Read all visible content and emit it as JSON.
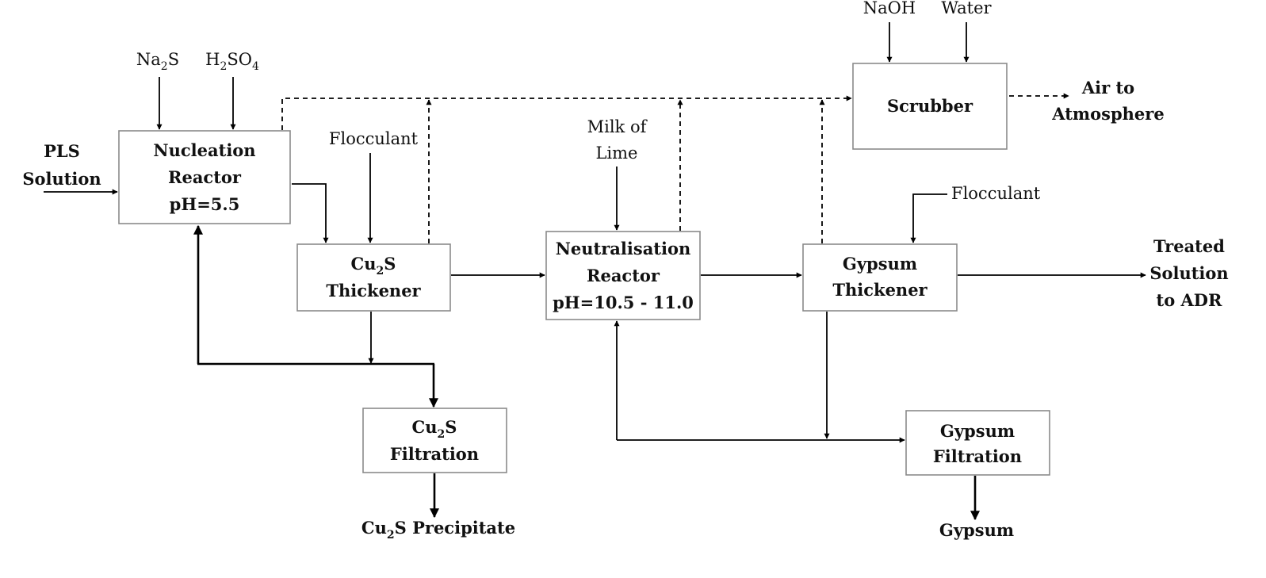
{
  "units": {
    "nucleation": {
      "line1": "Nucleation",
      "line2": "Reactor",
      "line3": "pH=5.5"
    },
    "cu2s_thickener": {
      "line1_main": "Cu",
      "line1_sub": "2",
      "line1_tail": "S",
      "line2": "Thickener"
    },
    "neutralisation": {
      "line1": "Neutralisation",
      "line2": "Reactor",
      "line3": "pH=10.5 - 11.0"
    },
    "gypsum_thickener": {
      "line1": "Gypsum",
      "line2": "Thickener"
    },
    "scrubber": {
      "line1": "Scrubber"
    },
    "cu2s_filtration": {
      "line1_main": "Cu",
      "line1_sub": "2",
      "line1_tail": "S",
      "line2": "Filtration"
    },
    "gypsum_filtration": {
      "line1": "Gypsum",
      "line2": "Filtration"
    }
  },
  "inputs": {
    "pls": {
      "line1": "PLS",
      "line2": "Solution"
    },
    "na2s": {
      "main": "Na",
      "sub": "2",
      "tail": "S"
    },
    "h2so4": {
      "a": "H",
      "sub1": "2",
      "b": "SO",
      "sub2": "4"
    },
    "flocculant_1": "Flocculant",
    "milk_of_lime": {
      "line1": "Milk of",
      "line2": "Lime"
    },
    "naoh": "NaOH",
    "water": "Water",
    "flocculant_2": "Flocculant"
  },
  "outputs": {
    "air": {
      "line1": "Air to",
      "line2": "Atmosphere"
    },
    "treated": {
      "line1": "Treated",
      "line2": "Solution",
      "line3": "to ADR"
    },
    "cu2s_precipitate": {
      "main": "Cu",
      "sub": "2",
      "tail": "S Precipitate"
    },
    "gypsum": "Gypsum"
  },
  "colors": {
    "box_border": "#8a8a8a",
    "line": "#000000",
    "text": "#111111"
  }
}
